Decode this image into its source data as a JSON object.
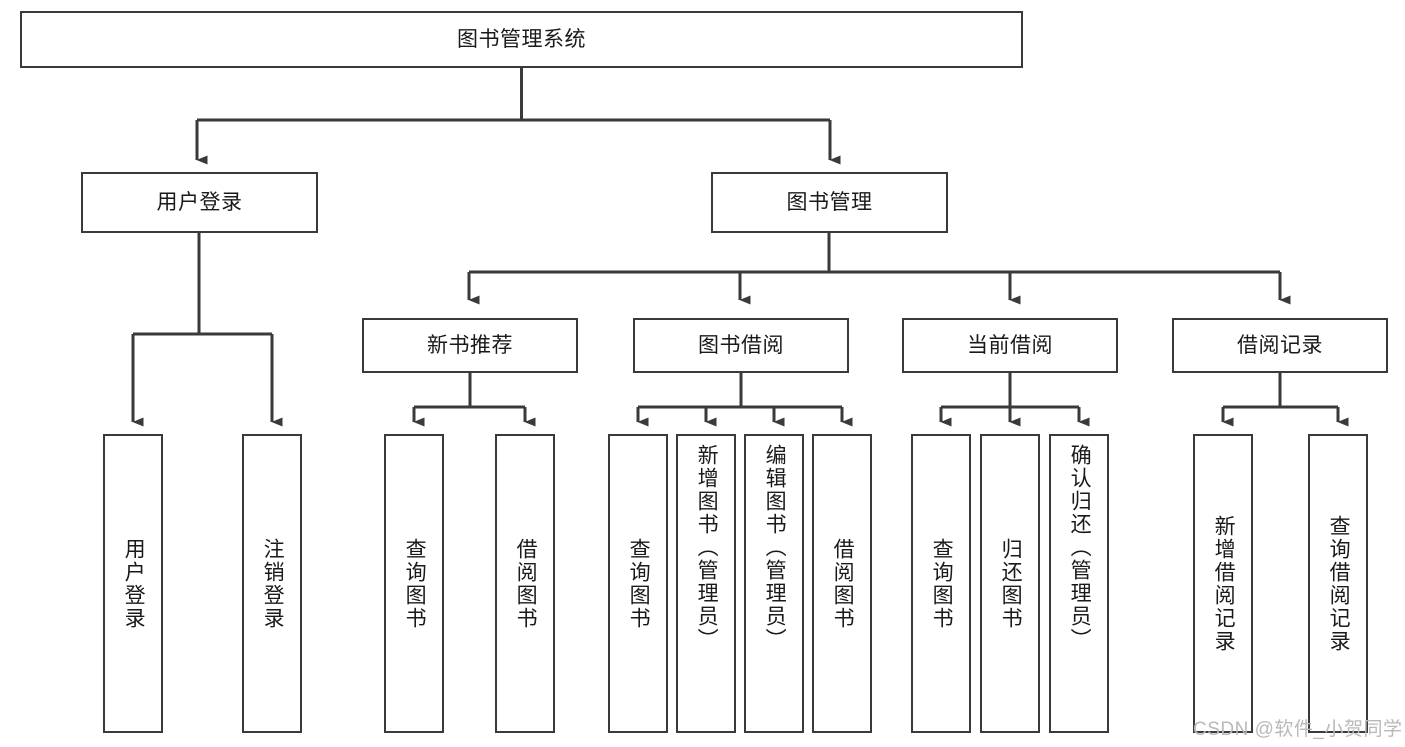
{
  "diagram": {
    "type": "tree",
    "title": "图书管理系统",
    "orientation": "top-down",
    "watermark": "CSDN @软件_小贺同学",
    "colors": {
      "background": "#ffffff",
      "box_border": "#3a3a3a",
      "box_fill": "#ffffff",
      "connector": "#3a3a3a",
      "text": "#1a1a1a",
      "watermark": "#b9b9b9"
    },
    "root": {
      "label": "图书管理系统"
    },
    "level2": [
      {
        "label": "用户登录"
      },
      {
        "label": "图书管理"
      }
    ],
    "level3": [
      {
        "label": "新书推荐"
      },
      {
        "label": "图书借阅"
      },
      {
        "label": "当前借阅"
      },
      {
        "label": "借阅记录"
      }
    ],
    "leaves": {
      "user_login": [
        {
          "label": "用户登录"
        },
        {
          "label": "注销登录"
        }
      ],
      "new_book_recommend": [
        {
          "label": "查询图书"
        },
        {
          "label": "借阅图书"
        }
      ],
      "book_borrow": [
        {
          "label": "查询图书"
        },
        {
          "label": "新增图书（管理员）"
        },
        {
          "label": "编辑图书（管理员）"
        },
        {
          "label": "借阅图书"
        }
      ],
      "current_borrow": [
        {
          "label": "查询图书"
        },
        {
          "label": "归还图书"
        },
        {
          "label": "确认归还（管理员）"
        }
      ],
      "borrow_record": [
        {
          "label": "新增借阅记录"
        },
        {
          "label": "查询借阅记录"
        }
      ]
    }
  }
}
